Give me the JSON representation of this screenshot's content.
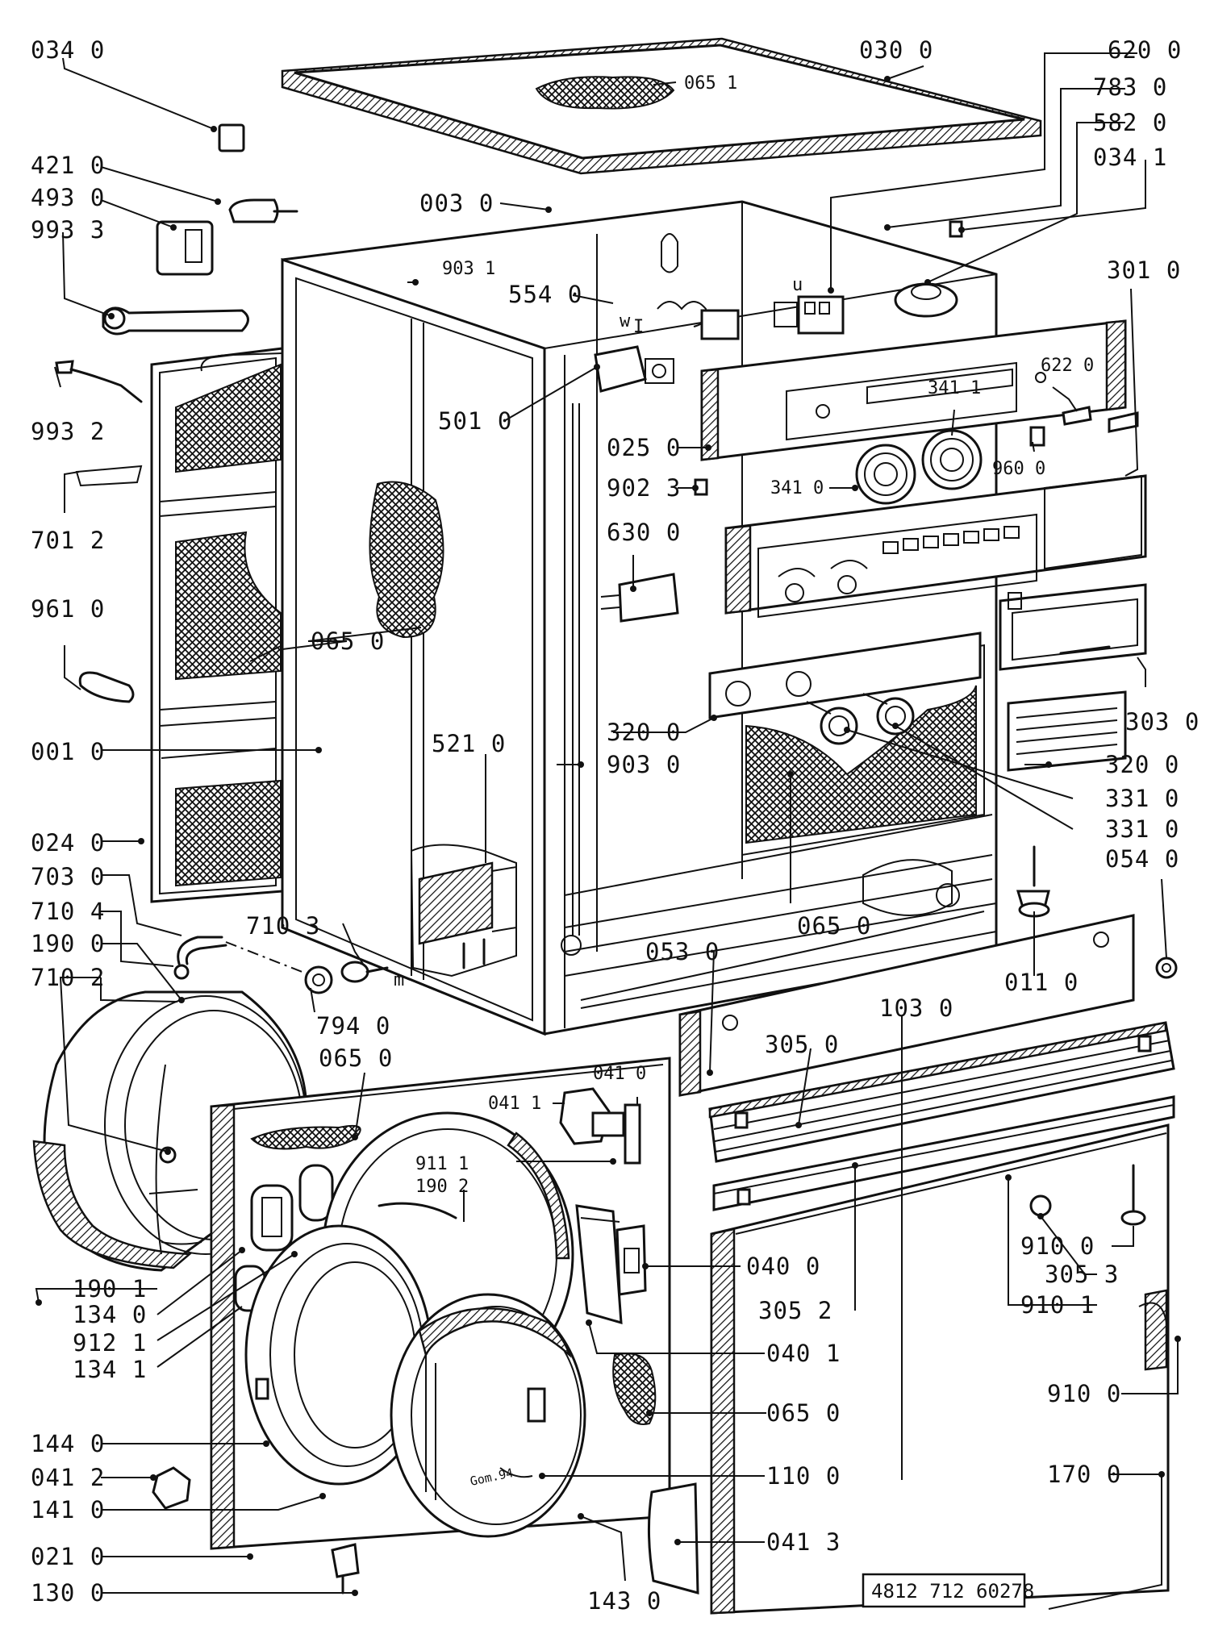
{
  "document_number": "4812 712 60278",
  "drawing_inscription": "Gom.94",
  "small_marks": {
    "w": "w",
    "u": "u",
    "m": "m"
  },
  "labels": [
    {
      "id": "l01",
      "text": "034  0"
    },
    {
      "id": "l02",
      "text": "030  0"
    },
    {
      "id": "l03",
      "text": "620 0"
    },
    {
      "id": "l04",
      "text": "065 1"
    },
    {
      "id": "l05",
      "text": "783  0"
    },
    {
      "id": "l06",
      "text": "582  0"
    },
    {
      "id": "l07",
      "text": "034  1"
    },
    {
      "id": "l08",
      "text": "421  0"
    },
    {
      "id": "l09",
      "text": "493  0"
    },
    {
      "id": "l10",
      "text": "993  3"
    },
    {
      "id": "l11",
      "text": "003  0"
    },
    {
      "id": "l12",
      "text": "903 1"
    },
    {
      "id": "l13",
      "text": "554 0"
    },
    {
      "id": "l14",
      "text": "301  0"
    },
    {
      "id": "l15",
      "text": "622  0"
    },
    {
      "id": "l16",
      "text": "341 1"
    },
    {
      "id": "l17",
      "text": "993  2"
    },
    {
      "id": "l18",
      "text": "501  0"
    },
    {
      "id": "l19",
      "text": "025  0"
    },
    {
      "id": "l20",
      "text": "960  0"
    },
    {
      "id": "l21",
      "text": "341  0"
    },
    {
      "id": "l22",
      "text": "902  3"
    },
    {
      "id": "l23",
      "text": "701  2"
    },
    {
      "id": "l24",
      "text": "630  0"
    },
    {
      "id": "l25",
      "text": "961  0"
    },
    {
      "id": "l26",
      "text": "065  0"
    },
    {
      "id": "l27",
      "text": "303  0"
    },
    {
      "id": "l28",
      "text": "001  0"
    },
    {
      "id": "l29",
      "text": "521  0"
    },
    {
      "id": "l30",
      "text": "320  0"
    },
    {
      "id": "l31",
      "text": "320  0"
    },
    {
      "id": "l32",
      "text": "903  0"
    },
    {
      "id": "l33",
      "text": "331  0"
    },
    {
      "id": "l34",
      "text": "331  0"
    },
    {
      "id": "l35",
      "text": "024  0"
    },
    {
      "id": "l36",
      "text": "054  0"
    },
    {
      "id": "l37",
      "text": "703  0"
    },
    {
      "id": "l38",
      "text": "710  4"
    },
    {
      "id": "l39",
      "text": "710  3"
    },
    {
      "id": "l40",
      "text": "065  0"
    },
    {
      "id": "l41",
      "text": "190  0"
    },
    {
      "id": "l42",
      "text": "053  0"
    },
    {
      "id": "l43",
      "text": "710  2"
    },
    {
      "id": "l44",
      "text": "011  0"
    },
    {
      "id": "l45",
      "text": "103  0"
    },
    {
      "id": "l46",
      "text": "794  0"
    },
    {
      "id": "l47",
      "text": "065  0"
    },
    {
      "id": "l48",
      "text": "305  0"
    },
    {
      "id": "l49",
      "text": "041  0"
    },
    {
      "id": "l50",
      "text": "041  1"
    },
    {
      "id": "l51",
      "text": "911  1"
    },
    {
      "id": "l52",
      "text": "190  2"
    },
    {
      "id": "l53",
      "text": "910  0"
    },
    {
      "id": "l54",
      "text": "305  3"
    },
    {
      "id": "l55",
      "text": "910  1"
    },
    {
      "id": "l56",
      "text": "190  1"
    },
    {
      "id": "l57",
      "text": "040  0"
    },
    {
      "id": "l58",
      "text": "134  0"
    },
    {
      "id": "l59",
      "text": "305  2"
    },
    {
      "id": "l60",
      "text": "912  1"
    },
    {
      "id": "l61",
      "text": "134  1"
    },
    {
      "id": "l62",
      "text": "040  1"
    },
    {
      "id": "l63",
      "text": "910  0"
    },
    {
      "id": "l64",
      "text": "065  0"
    },
    {
      "id": "l65",
      "text": "144  0"
    },
    {
      "id": "l66",
      "text": "041  2"
    },
    {
      "id": "l67",
      "text": "110  0"
    },
    {
      "id": "l68",
      "text": "170  0"
    },
    {
      "id": "l69",
      "text": "141  0"
    },
    {
      "id": "l70",
      "text": "041  3"
    },
    {
      "id": "l71",
      "text": "021  0"
    },
    {
      "id": "l72",
      "text": "130  0"
    },
    {
      "id": "l73",
      "text": "143  0"
    }
  ]
}
